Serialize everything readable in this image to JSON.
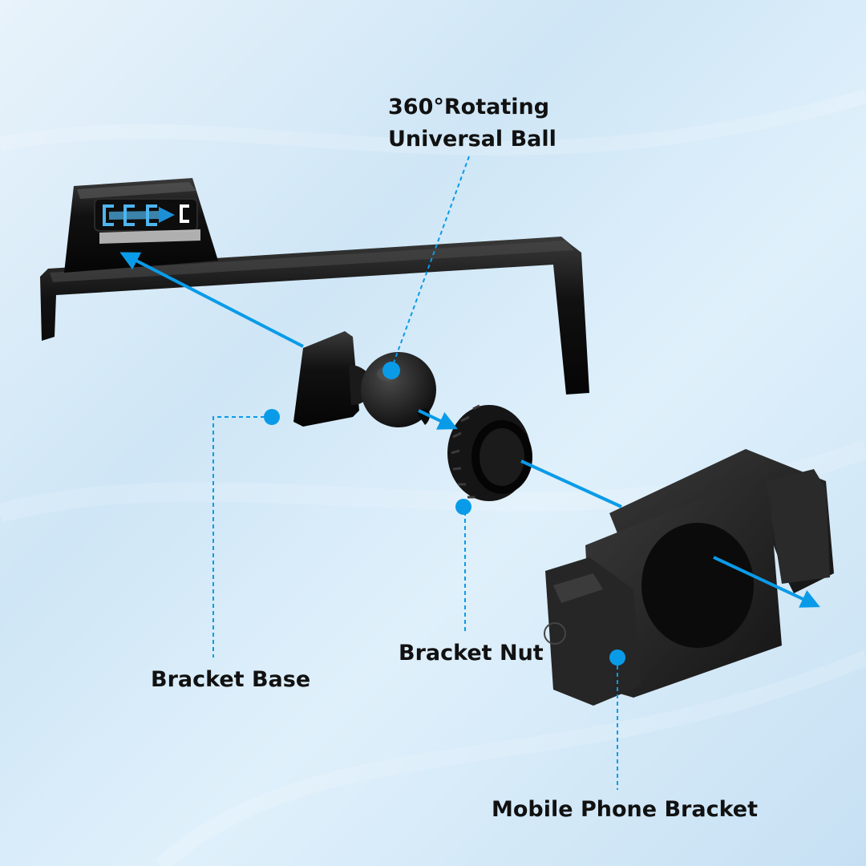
{
  "colors": {
    "accent": "#0a9be8",
    "part": "#1a1a1a",
    "part_highlight": "#3a3a3a",
    "background": "#d8ebf8"
  },
  "labels": {
    "ball": {
      "line1": "360°Rotating",
      "line2": "Universal Ball"
    },
    "base": "Bracket Base",
    "nut": "Bracket Nut",
    "phone_bracket": "Mobile Phone Bracket"
  },
  "parts": [
    {
      "name": "bracket-base",
      "icon": "base-clip-shape"
    },
    {
      "name": "universal-ball",
      "icon": "ball-joint-shape"
    },
    {
      "name": "bracket-nut",
      "icon": "ring-nut-shape"
    },
    {
      "name": "mobile-phone-bracket",
      "icon": "phone-clamp-shape"
    }
  ]
}
